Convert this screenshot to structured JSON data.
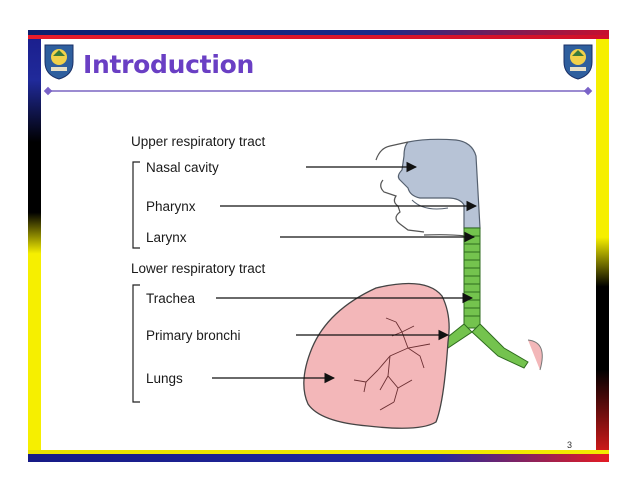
{
  "slide": {
    "title": "Introduction",
    "page_number": "3"
  },
  "figure": {
    "upper_tract_label": "Upper respiratory tract",
    "lower_tract_label": "Lower respiratory tract",
    "labels": {
      "nasal_cavity": "Nasal cavity",
      "pharynx": "Pharynx",
      "larynx": "Larynx",
      "trachea": "Trachea",
      "primary_bronchi": "Primary bronchi",
      "lungs": "Lungs"
    }
  },
  "colors": {
    "title": "#6a3fc4",
    "head": "#b7c3d6",
    "airway": "#74c34e",
    "lung_fill": "#f3b7b9",
    "lung_stroke": "#444444"
  }
}
